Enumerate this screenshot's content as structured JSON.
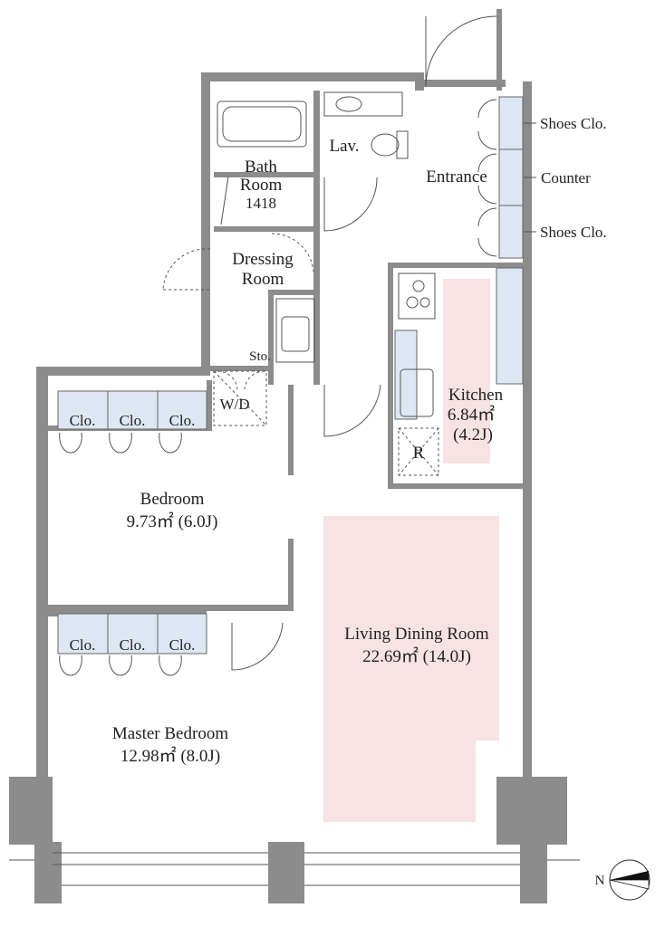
{
  "rooms": {
    "bath_line1": "Bath",
    "bath_line2": "Room",
    "bath_size": "1418",
    "lav": "Lav.",
    "entrance": "Entrance",
    "dressing_line1": "Dressing",
    "dressing_line2": "Room",
    "storage": "Sto.",
    "washer": "W/D",
    "kitchen": "Kitchen",
    "kitchen_area": "6.84㎡",
    "kitchen_jo": "(4.2J)",
    "refrigerator": "R",
    "bedroom": "Bedroom",
    "bedroom_area": "9.73㎡ (6.0J)",
    "ldk": "Living Dining Room",
    "ldk_area": "22.69㎡ (14.0J)",
    "master": "Master Bedroom",
    "master_area": "12.98㎡ (8.0J)"
  },
  "closets": {
    "bedroom": [
      "Clo.",
      "Clo.",
      "Clo."
    ],
    "master": [
      "Clo.",
      "Clo.",
      "Clo."
    ]
  },
  "entrance_storage": {
    "shoes_top": "Shoes Clo.",
    "counter": "Counter",
    "shoes_bottom": "Shoes Clo."
  },
  "compass": {
    "label": "N",
    "icon": "north-arrow-icon"
  },
  "colors": {
    "wall": "#8c8c8c",
    "closet": "#dde7f3",
    "floor_highlight": "#f7e3e3"
  }
}
